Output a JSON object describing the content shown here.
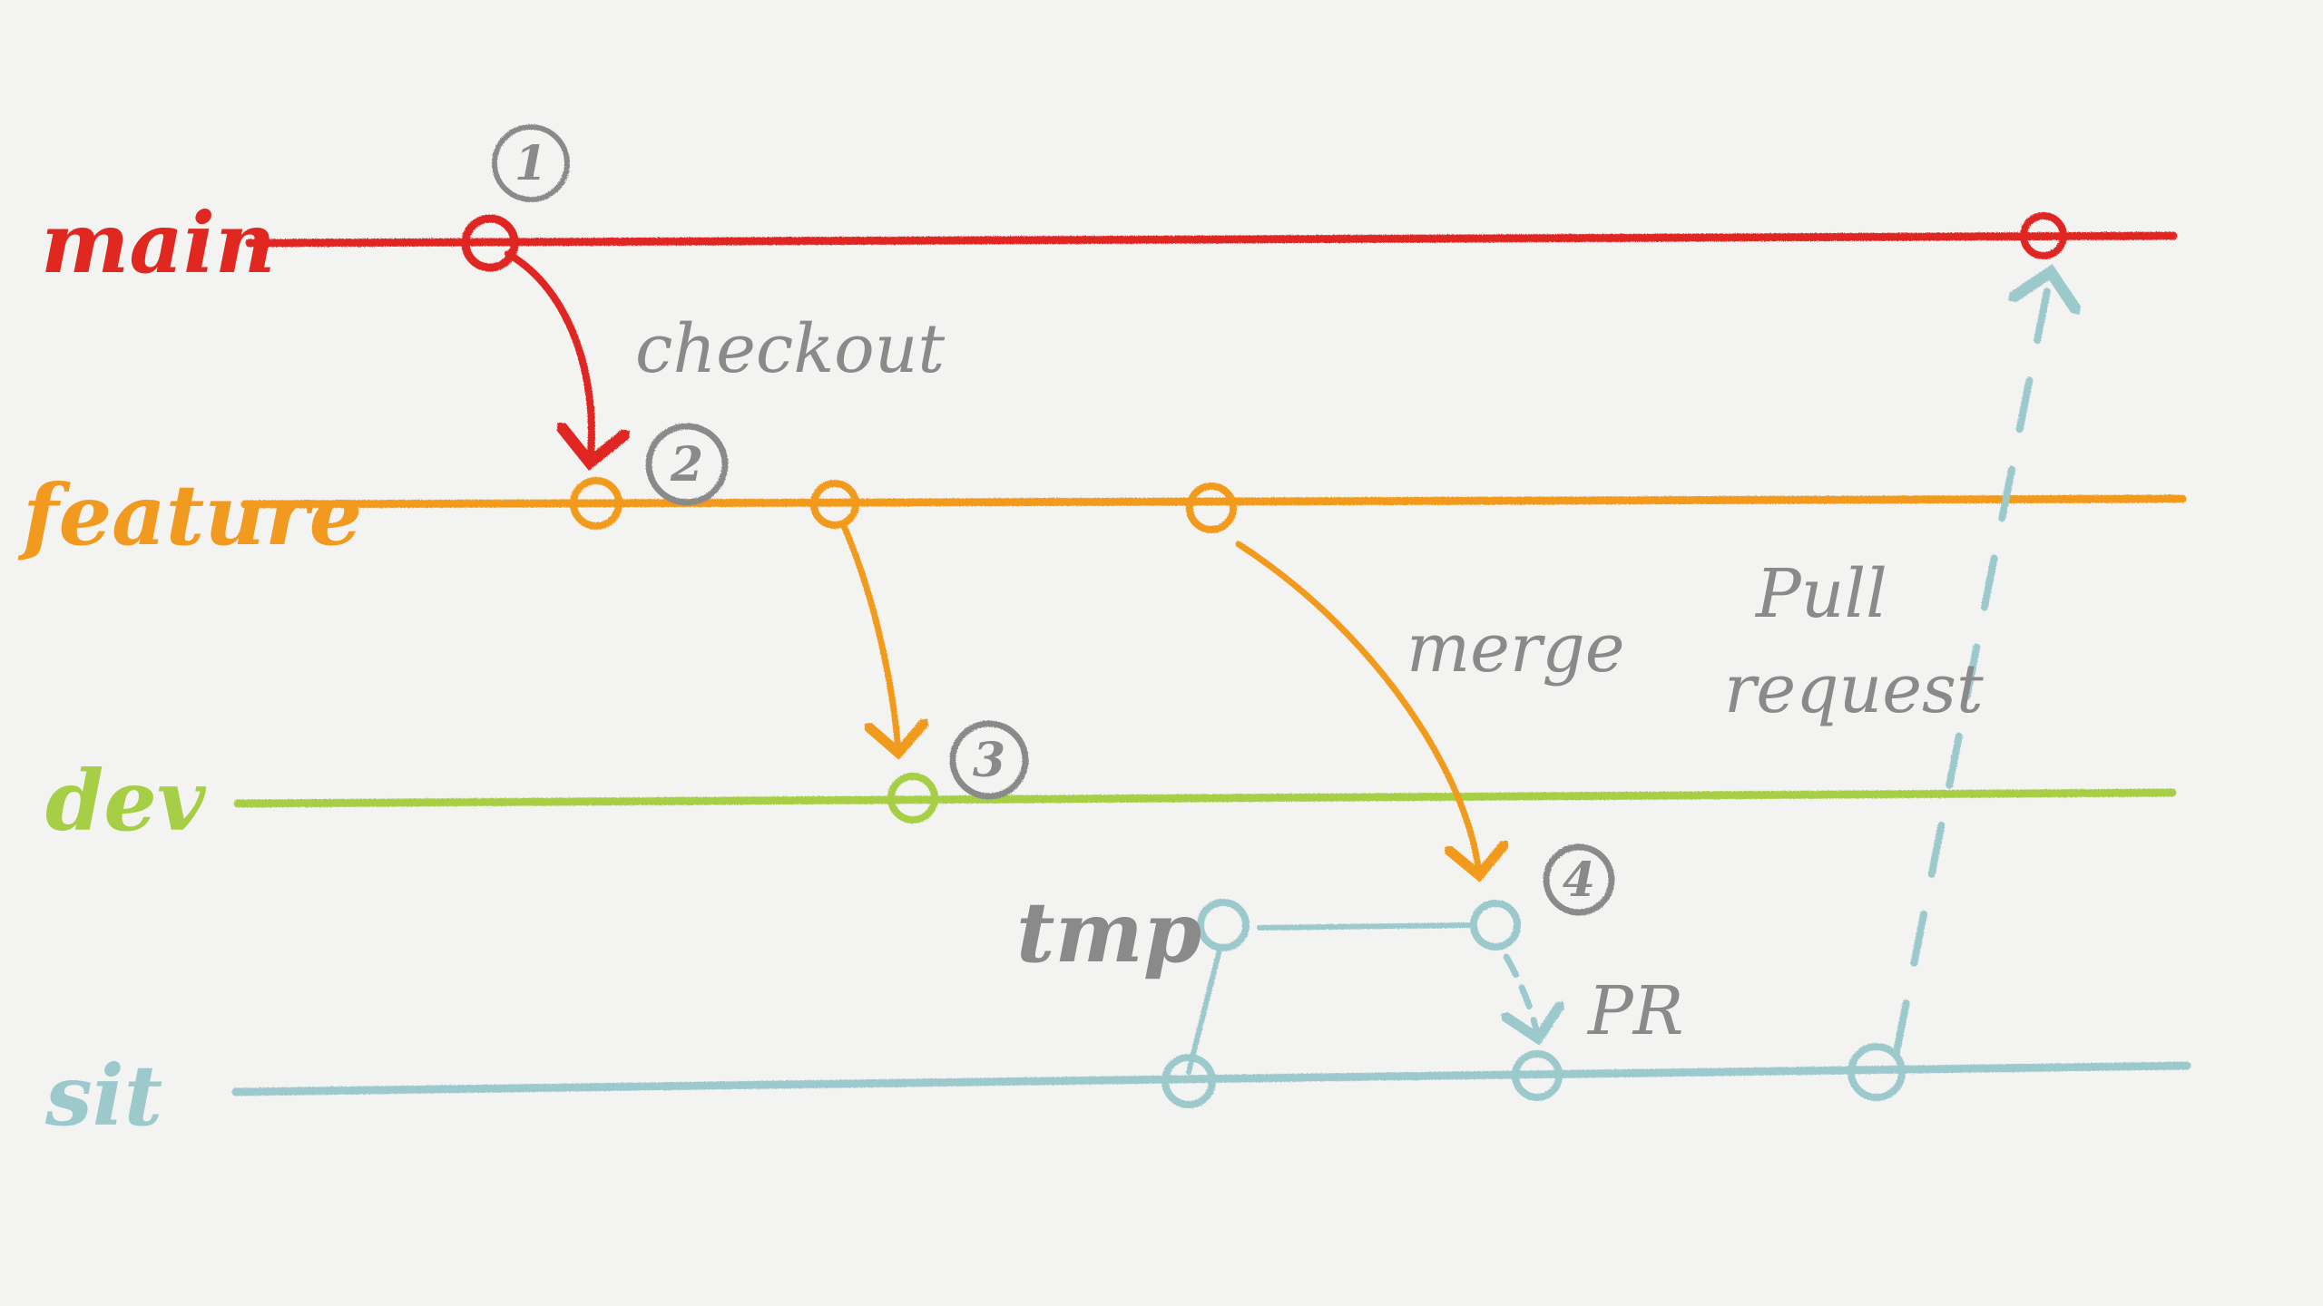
{
  "colors": {
    "main": "#e02720",
    "feature": "#f29a1f",
    "dev": "#a6cf45",
    "tmp": "#9bc9cc",
    "sit": "#9bc9cc",
    "annotation": "#8a8a8a",
    "background": "#f3f3f2"
  },
  "branches": {
    "main": "main",
    "feature": "feature",
    "dev": "dev",
    "tmp": "tmp",
    "sit": "sit"
  },
  "annotations": {
    "checkout": "checkout",
    "merge": "merge",
    "pull_request_line1": "Pull",
    "pull_request_line2": "request",
    "pr": "PR"
  },
  "steps": [
    "1",
    "2",
    "3",
    "4"
  ]
}
